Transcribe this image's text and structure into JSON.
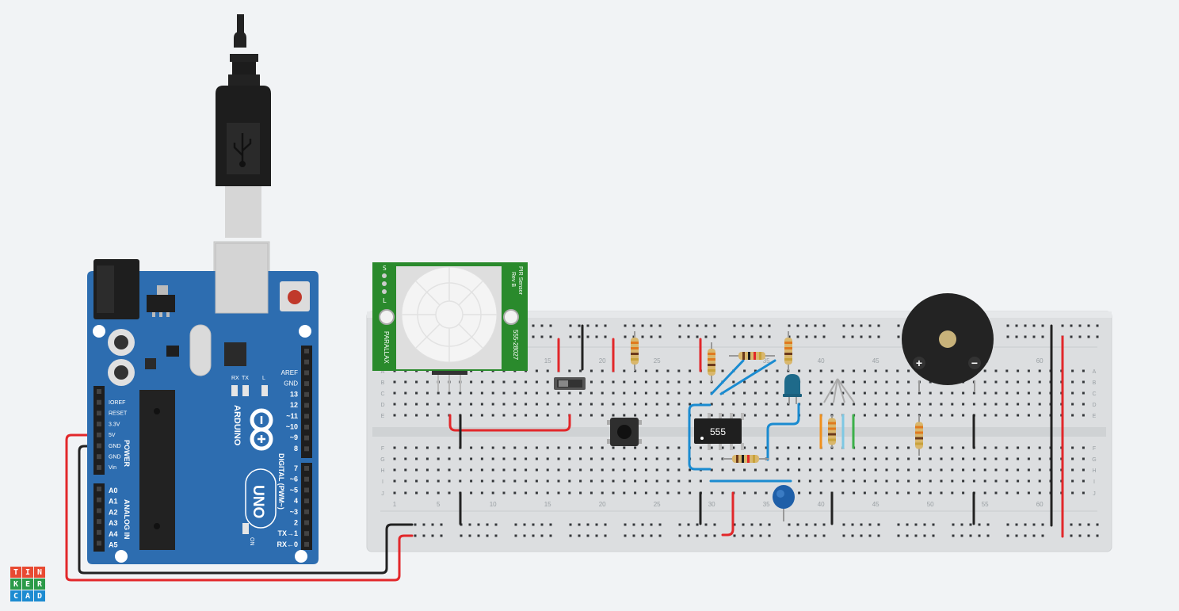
{
  "arduino": {
    "brand": "ARDUINO",
    "model": "UNO",
    "power_header": "POWER",
    "analog_header": "ANALOG IN",
    "digital_header": "DIGITAL (PWM~)",
    "on_label": "ON",
    "rx_label": "RX",
    "tx_label": "TX",
    "l_label": "L",
    "power_pins": [
      "IOREF",
      "RESET",
      "3.3V",
      "5V",
      "GND",
      "GND",
      "Vin"
    ],
    "analog_pins": [
      "A0",
      "A1",
      "A2",
      "A3",
      "A4",
      "A5"
    ],
    "digital_top": [
      "AREF",
      "GND",
      "13",
      "12",
      "~11",
      "~10",
      "~9",
      "8"
    ],
    "digital_bottom": [
      "7",
      "~6",
      "~5",
      "4",
      "~3",
      "2",
      "TX→1",
      "RX←0"
    ]
  },
  "pir": {
    "side_left": "PARALLAX",
    "title": "PIR Sensor",
    "rev": "Rev B",
    "part_number": "555-28027",
    "pin_labels": [
      "S",
      "L"
    ]
  },
  "ic": {
    "label": "555"
  },
  "breadboard": {
    "column_numbers": [
      "1",
      "5",
      "10",
      "15",
      "20",
      "25",
      "30",
      "35",
      "40",
      "45",
      "50",
      "55",
      "60"
    ],
    "row_letters_top": [
      "A",
      "B",
      "C",
      "D",
      "E"
    ],
    "row_letters_bottom": [
      "F",
      "G",
      "H",
      "I",
      "J"
    ]
  },
  "buzzer": {
    "plus": "+",
    "minus": "−"
  },
  "logo": {
    "letters": [
      "T",
      "I",
      "N",
      "K",
      "E",
      "R",
      "C",
      "A",
      "D"
    ],
    "colors": [
      "#e84a32",
      "#e84a32",
      "#e84a32",
      "#2b9a48",
      "#2b9a48",
      "#2b9a48",
      "#1d8bd1",
      "#1d8bd1",
      "#1d8bd1"
    ]
  },
  "colors": {
    "board": "#2d6db0",
    "pir_pcb": "#2a8a2c",
    "wire_red": "#e2272a",
    "wire_black": "#222222",
    "wire_blue": "#1a8bd0",
    "breadboard": "#dcdee0"
  }
}
